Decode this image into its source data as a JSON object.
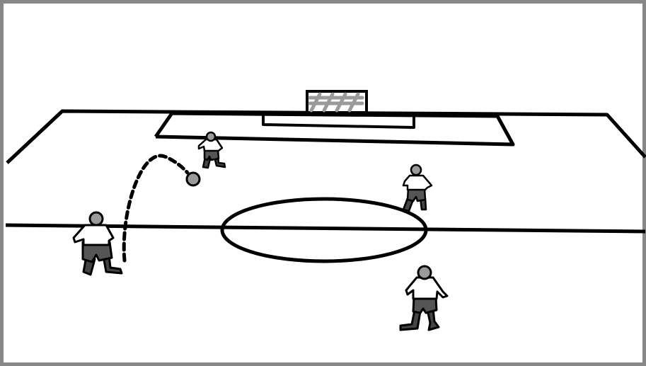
{
  "scene": "soccer-pitch-drill-diagram",
  "colors": {
    "frame": "#888888",
    "lines": "#000000",
    "shirt": "#ffffff",
    "shorts": "#555555",
    "skin": "#9a9a9a",
    "ball": "#9a9a9a",
    "net": "#9a9a9a"
  },
  "elements": {
    "players": [
      {
        "name": "player-kicker",
        "role": "passer"
      },
      {
        "name": "player-near-goal",
        "role": "receiver"
      },
      {
        "name": "player-right-midfield",
        "role": "player"
      },
      {
        "name": "player-bottom-right",
        "role": "player"
      }
    ],
    "ball": {
      "name": "soccer-ball"
    },
    "pass_path": {
      "name": "lofted-pass-path",
      "style": "dashed"
    }
  }
}
